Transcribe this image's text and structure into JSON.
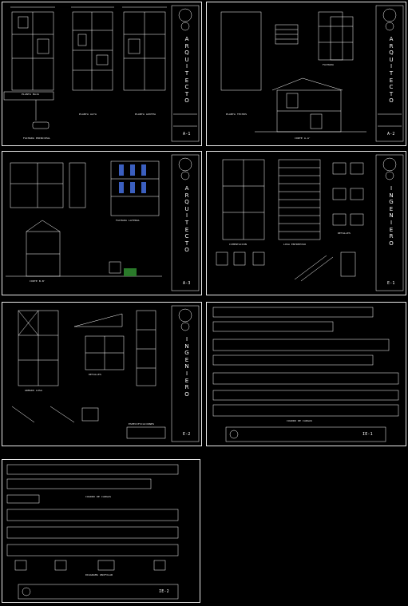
{
  "sheets": [
    {
      "id": "A-1",
      "vertical_title": "ARQUITECTO",
      "labels": [
        "PLANTA BAJA",
        "PLANTA ALTA",
        "PLANTA AZOTEA",
        "FACHADA PRINCIPAL"
      ]
    },
    {
      "id": "A-2",
      "vertical_title": "ARQUITECTO",
      "labels": [
        "PLANTA TECHOS",
        "CORTE A-A'",
        "FACHADA"
      ]
    },
    {
      "id": "A-3",
      "vertical_title": "ARQUITECTO",
      "labels": [
        "CORTE B-B'",
        "FACHADA LATERAL"
      ]
    },
    {
      "id": "E-1",
      "vertical_title": "INGENIERO",
      "labels": [
        "CIMENTACION",
        "LOSA ENTREPISO",
        "DETALLES"
      ]
    },
    {
      "id": "E-2",
      "vertical_title": "INGENIERO",
      "labels": [
        "ARMADO LOSA",
        "DETALLES",
        "ESPECIFICACIONES"
      ]
    },
    {
      "id": "IE-1",
      "vertical_title": "",
      "labels": [
        "CUADRO DE CARGAS"
      ]
    },
    {
      "id": "IE-2",
      "vertical_title": "",
      "labels": [
        "CUADRO DE CARGAS",
        "DIAGRAMA UNIFILAR"
      ]
    }
  ],
  "colors": {
    "line": "#ffffff",
    "accent_green": "#2a7a2a",
    "accent_blue": "#3b5fbf",
    "background": "#000000"
  }
}
